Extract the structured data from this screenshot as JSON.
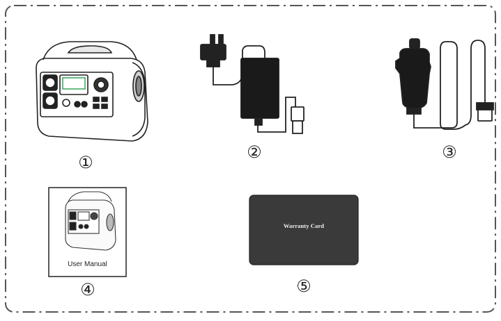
{
  "items": [
    {
      "number": "①",
      "name": "portable-power-station"
    },
    {
      "number": "②",
      "name": "ac-adapter"
    },
    {
      "number": "③",
      "name": "car-charger-cable"
    },
    {
      "number": "④",
      "name": "user-manual",
      "label": "User Manual"
    },
    {
      "number": "⑤",
      "name": "warranty-card",
      "label": "Warranty Card"
    }
  ]
}
